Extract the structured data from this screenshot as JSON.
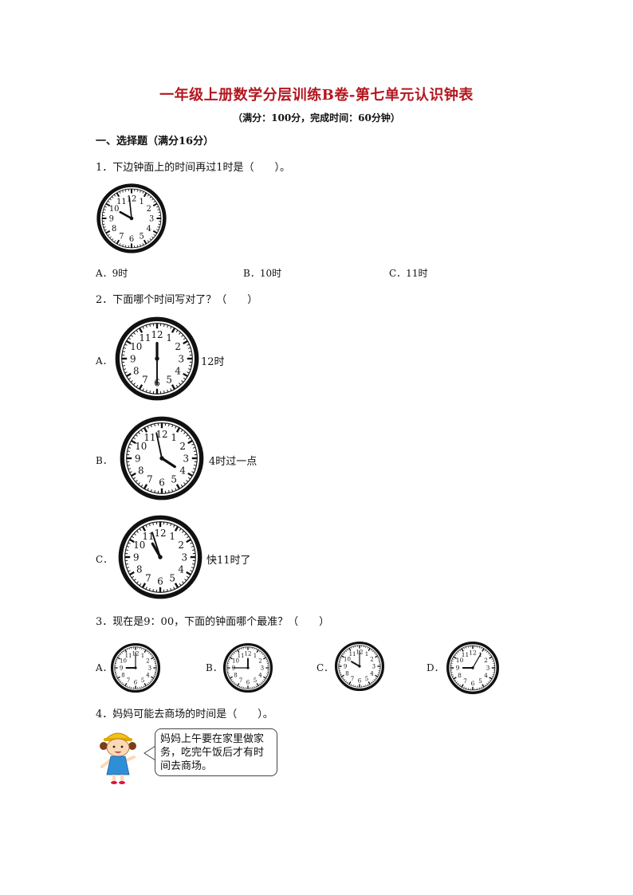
{
  "header": {
    "title": "一年级上册数学分层训练B卷-第七单元认识钟表",
    "subtitle": "（满分：100分，完成时间：60分钟）"
  },
  "section1": {
    "title": "一、选择题（满分16分）"
  },
  "q1": {
    "text": "1．下边钟面上的时间再过1时是（　　）。",
    "options": {
      "a": "A．9时",
      "b": "B．10时",
      "c": "C．11时"
    }
  },
  "q2": {
    "text": "2．下面哪个时间写对了？（　　）",
    "options": {
      "a": {
        "letter": "A．",
        "caption": "12时"
      },
      "b": {
        "letter": "B．",
        "caption": "4时过一点"
      },
      "c": {
        "letter": "C．",
        "caption": "快11时了"
      }
    }
  },
  "q3": {
    "text": "3．现在是9：00，下面的钟面哪个最准？（　　）",
    "options": {
      "a": "A．",
      "b": "B．",
      "c": "C．",
      "d": "D．"
    }
  },
  "q4": {
    "text": "4．妈妈可能去商场的时间是（　　）。",
    "speech": "妈妈上午要在家里做家务，吃完午饭后才有时间去商场。"
  },
  "clocks": [
    {
      "name": "q1-clock",
      "hour": 9.97,
      "minute": 59
    },
    {
      "name": "q2a-clock",
      "hour": 12,
      "minute": 30
    },
    {
      "name": "q2b-clock",
      "hour": 4.1,
      "minute": 58
    },
    {
      "name": "q2c-clock",
      "hour": 11,
      "minute": 57
    },
    {
      "name": "q3a-clock",
      "hour": 9,
      "minute": 0
    },
    {
      "name": "q3b-clock",
      "hour": 12,
      "minute": 45
    },
    {
      "name": "q3c-clock",
      "hour": 10,
      "minute": 0
    },
    {
      "name": "q3d-clock",
      "hour": 9,
      "minute": 5
    }
  ],
  "icons": {
    "girl": "girl-with-yellow-cap-icon"
  }
}
